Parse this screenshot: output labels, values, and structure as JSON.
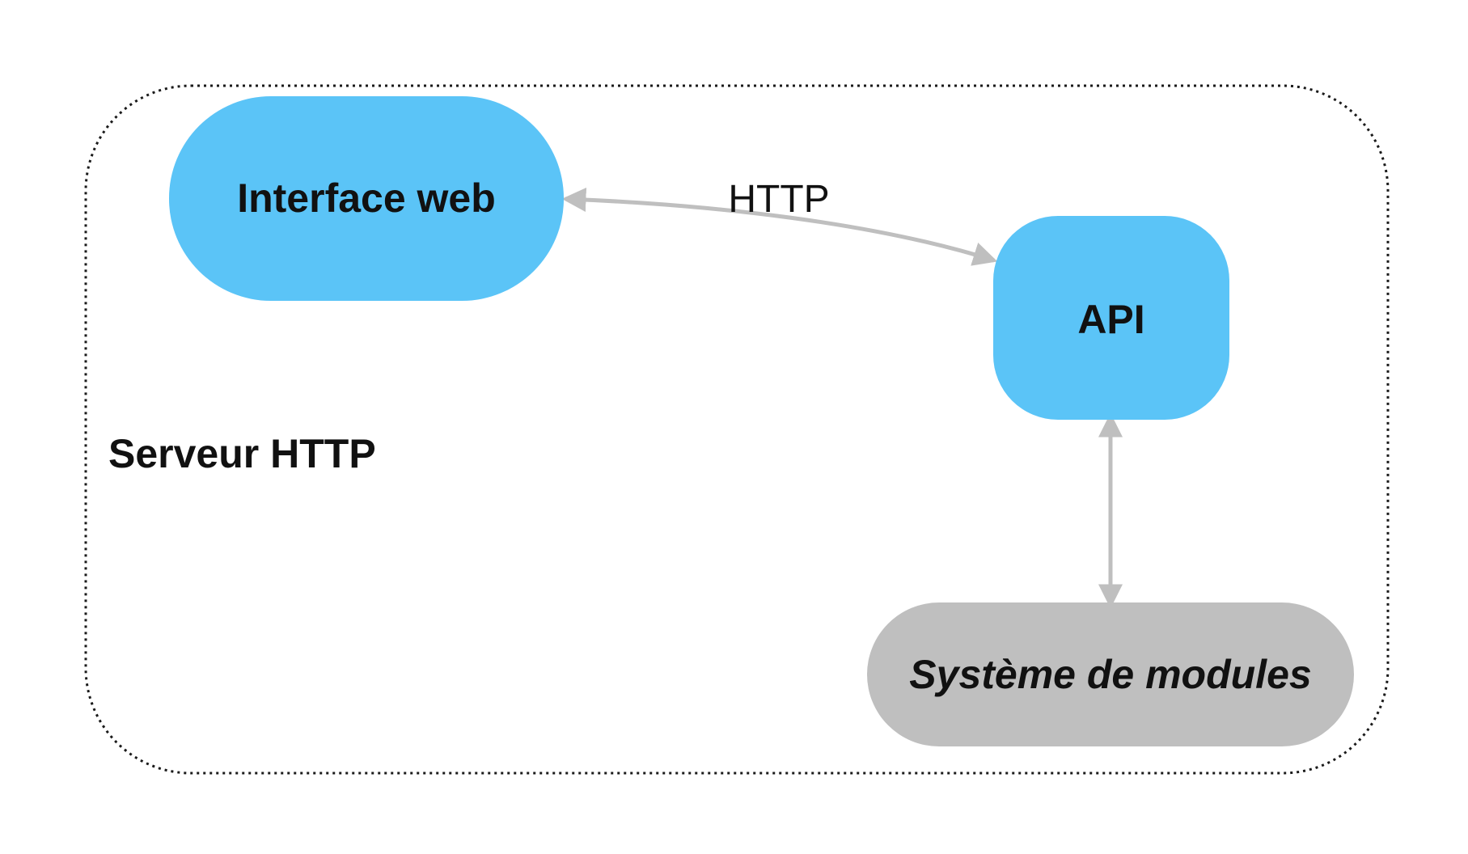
{
  "diagram": {
    "container": {
      "label": "Serveur HTTP",
      "border_style": "dotted",
      "border_color": "#1a1a1a"
    },
    "nodes": {
      "interface_web": {
        "label": "Interface web",
        "color": "#5bc4f7"
      },
      "api": {
        "label": "API",
        "color": "#5bc4f7"
      },
      "module_system": {
        "label": "Système de modules",
        "color": "#bfbfbf"
      }
    },
    "edges": {
      "web_api": {
        "label": "HTTP",
        "direction": "bidirectional",
        "color": "#bfbfbf"
      },
      "api_modules": {
        "label": "",
        "direction": "bidirectional",
        "color": "#bfbfbf"
      }
    }
  }
}
